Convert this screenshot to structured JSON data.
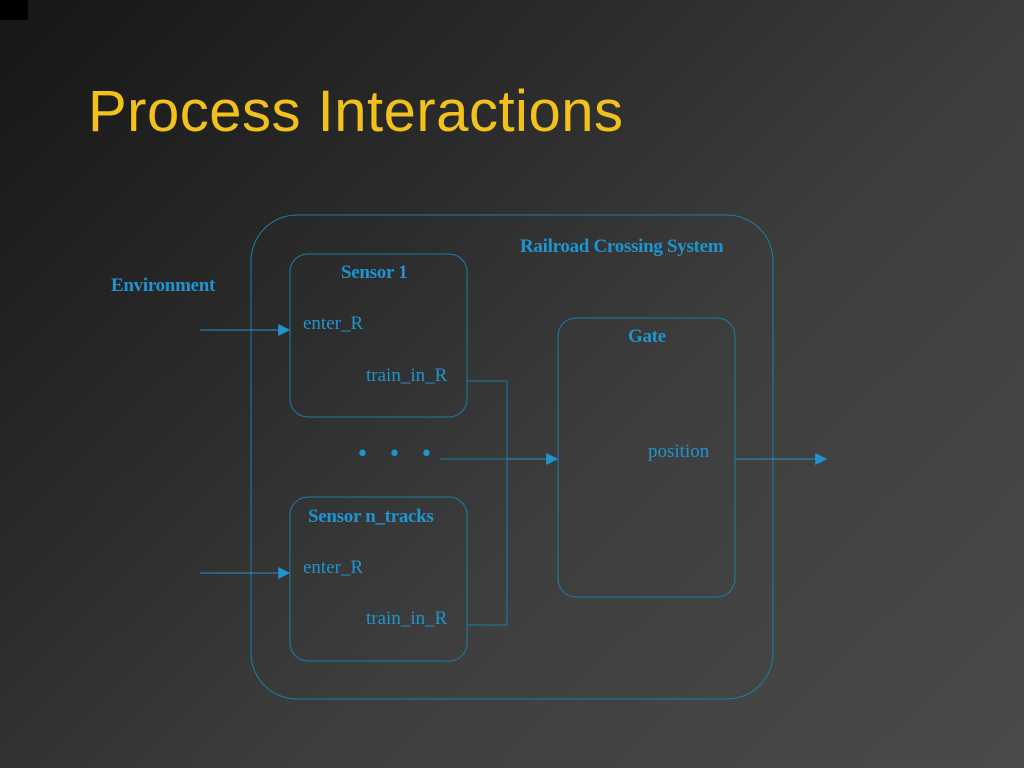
{
  "slide": {
    "title": "Process Interactions"
  },
  "diagram": {
    "environment_label": "Environment",
    "system_label": "Railroad Crossing System",
    "sensor1": {
      "title": "Sensor 1",
      "input": "enter_R",
      "output": "train_in_R"
    },
    "sensorN": {
      "title": "Sensor n_tracks",
      "input": "enter_R",
      "output": "train_in_R"
    },
    "gate": {
      "title": "Gate",
      "output": "position"
    },
    "ellipsis": "• • •"
  },
  "colors": {
    "title": "#f2c21b",
    "diagram": "#1e95cf",
    "background": "#3a3a3a"
  }
}
